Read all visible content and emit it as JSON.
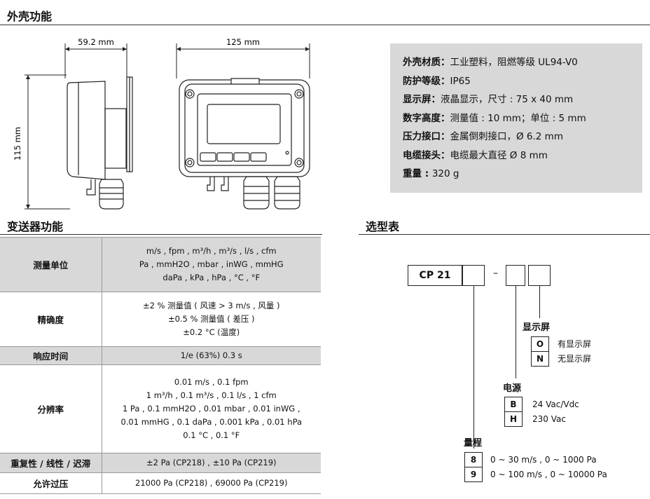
{
  "sections": {
    "housing": "外壳功能",
    "transmitter": "变送器功能",
    "selection": "选型表"
  },
  "drawing": {
    "width_label": "59.2 mm",
    "front_width_label": "125 mm",
    "height_label": "115 mm"
  },
  "specs": [
    {
      "label": "外壳材质：",
      "value": "工业塑料，阻燃等级 UL94-V0"
    },
    {
      "label": "防护等级：",
      "value": "IP65"
    },
    {
      "label": "显示屏：",
      "value": "液晶显示，尺寸 : 75 x 40 mm"
    },
    {
      "label": "数字高度：",
      "value": "测量值 : 10 mm；单位 : 5 mm"
    },
    {
      "label": "压力接口：",
      "value": "金属倒刺接口，Ø 6.2 mm"
    },
    {
      "label": "电缆接头：",
      "value": "电缆最大直径  Ø 8 mm"
    },
    {
      "label": "重量 : ",
      "value": "320 g"
    }
  ],
  "table": {
    "units_label": "测量单位",
    "units_1": "m/s , fpm , m³/h , m³/s , l/s , cfm",
    "units_2": "Pa , mmH2O , mbar , inWG , mmHG",
    "units_3": "daPa , kPa , hPa , °C , °F",
    "accuracy_label": "精确度",
    "accuracy_1": "±2 % 测量值 ( 风速 > 3 m/s , 风量 )",
    "accuracy_2": "±0.5 % 测量值 ( 差压 )",
    "accuracy_3": "±0.2 °C (温度)",
    "response_label": "响应时间",
    "response_value": "1/e (63%) 0.3 s",
    "resolution_label": "分辨率",
    "resolution_1": "0.01 m/s , 0.1 fpm",
    "resolution_2": "1 m³/h , 0.1 m³/s , 0.1 l/s , 1 cfm",
    "resolution_3": "1 Pa , 0.1 mmH2O , 0.01 mbar , 0.01 inWG ,",
    "resolution_4": "0.01 mmHG , 0.1 daPa , 0.001 kPa , 0.01 hPa",
    "resolution_5": "0.1 °C , 0.1 °F",
    "repeat_label": "重复性 / 线性 / 迟滞",
    "repeat_value": "±2 Pa (CP218) , ±10 Pa (CP219)",
    "overpressure_label": "允许过压",
    "overpressure_value": "21000 Pa (CP218) , 69000 Pa (CP219)"
  },
  "selection": {
    "model": "CP 21",
    "dash": "–",
    "display_caption": "显示屏",
    "display_options": [
      {
        "code": "O",
        "text": "有显示屏"
      },
      {
        "code": "N",
        "text": "无显示屏"
      }
    ],
    "power_caption": "电源",
    "power_options": [
      {
        "code": "B",
        "text": "24 Vac/Vdc"
      },
      {
        "code": "H",
        "text": "230 Vac"
      }
    ],
    "range_caption": "量程",
    "range_options": [
      {
        "code": "8",
        "text": "0 ~ 30 m/s , 0 ~ 1000 Pa"
      },
      {
        "code": "9",
        "text": "0 ~ 100 m/s , 0 ~ 10000 Pa"
      }
    ]
  }
}
